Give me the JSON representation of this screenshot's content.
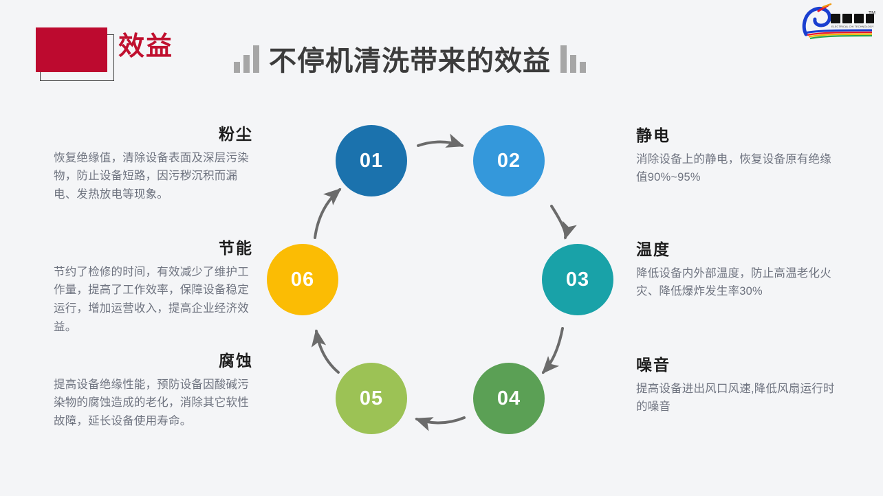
{
  "header": {
    "section_label": "效益",
    "main_title": "不停机清洗带来的效益",
    "bars_left_icon": "bar-chart-ascending-icon",
    "bars_right_icon": "bar-chart-descending-icon"
  },
  "logo": {
    "brand_cn": "电驰科技",
    "brand_en": "ELECTRICAL CHI TECHNOLOGY",
    "trademark": "TM"
  },
  "diagram": {
    "type": "cycle",
    "nodes": [
      {
        "number": "01",
        "color": "#1b72ad"
      },
      {
        "number": "02",
        "color": "#3498db"
      },
      {
        "number": "03",
        "color": "#19a2a8"
      },
      {
        "number": "04",
        "color": "#5ba055"
      },
      {
        "number": "05",
        "color": "#9cc255"
      },
      {
        "number": "06",
        "color": "#fbbc04"
      }
    ]
  },
  "blocks": {
    "dust": {
      "heading": "粉尘",
      "body": "恢复绝缘值，清除设备表面及深层污染物，防止设备短路，因污秽沉积而漏电、发热放电等现象。"
    },
    "energy": {
      "heading": "节能",
      "body": "节约了检修的时间，有效减少了维护工作量，提高了工作效率，保障设备稳定运行，增加运营收入，提高企业经济效益。"
    },
    "corrosion": {
      "heading": "腐蚀",
      "body": "提高设备绝缘性能，预防设备因酸碱污染物的腐蚀造成的老化，消除其它软性故障，延长设备使用寿命。"
    },
    "static": {
      "heading": "静电",
      "body": "消除设备上的静电，恢复设备原有绝缘值90%~95%"
    },
    "temperature": {
      "heading": "温度",
      "body": "降低设备内外部温度，防止高温老化火灾、降低爆炸发生率30%"
    },
    "noise": {
      "heading": "噪音",
      "body": "提高设备进出风口风速,降低风扇运行时的噪音"
    }
  },
  "colors": {
    "background": "#f4f5f7",
    "accent_red": "#bd0a2f",
    "title_gray": "#3c3c3c",
    "body_gray": "#6f7480",
    "arrow_gray": "#6b6b6b"
  }
}
